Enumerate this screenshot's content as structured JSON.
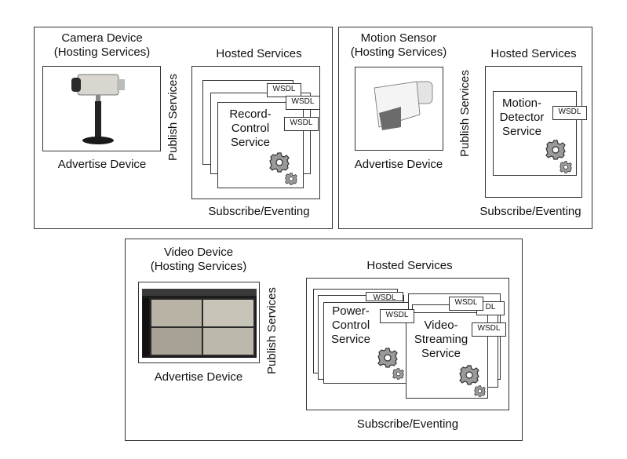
{
  "camera_panel": {
    "device_title_line1": "Camera Device",
    "device_title_line2": "(Hosting Services)",
    "advertise": "Advertise Device",
    "publish": "Publish Services",
    "hosted_title": "Hosted Services",
    "service_line1": "Record-",
    "service_line2": "Control",
    "service_line3": "Service",
    "wsdl": "WSDL",
    "subscribe": "Subscribe/Eventing"
  },
  "motion_panel": {
    "device_title_line1": "Motion Sensor",
    "device_title_line2": "(Hosting Services)",
    "advertise": "Advertise Device",
    "publish": "Publish Services",
    "hosted_title": "Hosted Services",
    "service_line1": "Motion-",
    "service_line2": "Detector",
    "service_line3": "Service",
    "wsdl": "WSDL",
    "subscribe": "Subscribe/Eventing"
  },
  "video_panel": {
    "device_title_line1": "Video Device",
    "device_title_line2": "(Hosting Services)",
    "advertise": "Advertise Device",
    "publish": "Publish Services",
    "hosted_title": "Hosted Services",
    "service_a_line1": "Power-",
    "service_a_line2": "Control",
    "service_a_line3": "Service",
    "service_b_line1": "Video-",
    "service_b_line2": "Streaming",
    "service_b_line3": "Service",
    "wsdl_back": "WSDL",
    "wsdl_partial": "DL",
    "wsdl": "WSDL",
    "subscribe": "Subscribe/Eventing"
  },
  "icons": [
    "camera-icon",
    "motion-sensor-icon",
    "video-monitor-icon",
    "gear-icon"
  ]
}
